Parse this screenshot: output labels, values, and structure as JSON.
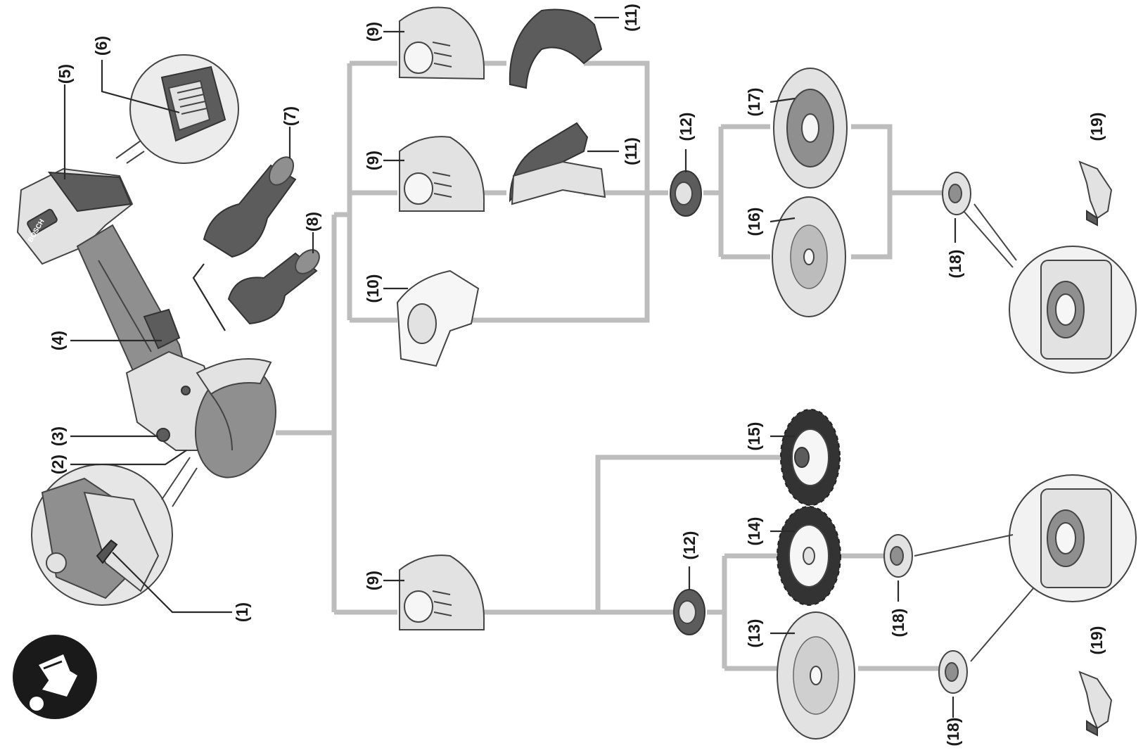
{
  "figure": {
    "labels": {
      "l1": "(1)",
      "l2": "(2)",
      "l3": "(3)",
      "l4": "(4)",
      "l5": "(5)",
      "l6": "(6)",
      "l7": "(7)",
      "l8": "(8)",
      "l9a": "(9)",
      "l9b": "(9)",
      "l9c": "(9)",
      "l10": "(10)",
      "l11a": "(11)",
      "l11b": "(11)",
      "l12a": "(12)",
      "l12b": "(12)",
      "l13": "(13)",
      "l14": "(14)",
      "l15": "(15)",
      "l16": "(16)",
      "l17": "(17)",
      "l18a": "(18)",
      "l18b": "(18)",
      "l18c": "(18)",
      "l19a": "(19)",
      "l19b": "(19)"
    },
    "brand": "BOSCH",
    "colors": {
      "connector": "#bdbdbd",
      "part_dark": "#5c5c5c",
      "part_light": "#e2e2e2",
      "icon": "#1a1a1a"
    },
    "icons": [
      "read-manual-icon"
    ]
  }
}
